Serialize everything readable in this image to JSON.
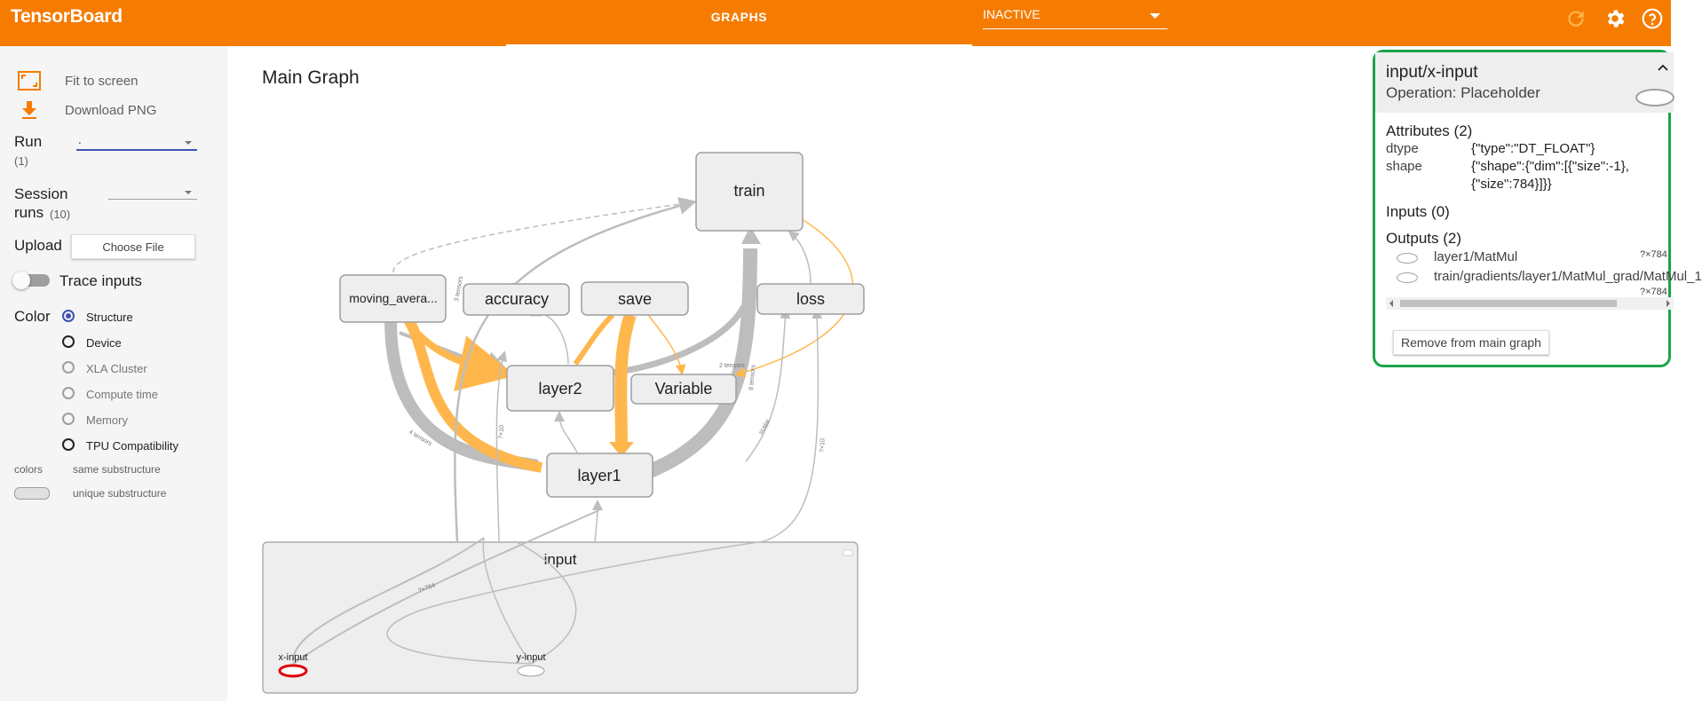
{
  "app": {
    "title": "TensorBoard"
  },
  "header": {
    "tab_label": "GRAPHS",
    "run_selector_value": "INACTIVE",
    "icons": [
      "refresh-icon",
      "gear-icon",
      "help-icon"
    ]
  },
  "sidebar": {
    "fit_to_screen": "Fit to screen",
    "download_png": "Download PNG",
    "run_label": "Run",
    "run_count": "(1)",
    "run_value": ".",
    "session_runs_label": "Session",
    "session_runs_label2": "runs",
    "session_runs_count": "(10)",
    "upload_label": "Upload",
    "choose_file": "Choose File",
    "trace_inputs": "Trace inputs",
    "color_label": "Color",
    "color_options": [
      {
        "label": "Structure",
        "selected": true
      },
      {
        "label": "Device",
        "selected": false
      },
      {
        "label": "XLA Cluster",
        "selected": false
      },
      {
        "label": "Compute time",
        "selected": false
      },
      {
        "label": "Memory",
        "selected": false
      },
      {
        "label": "TPU Compatibility",
        "selected": false
      }
    ],
    "legend_colors": "colors",
    "legend_same": "same substructure",
    "legend_unique": "unique substructure"
  },
  "graph": {
    "title": "Main Graph",
    "nodes": {
      "train": "train",
      "moving_average": "moving_avera...",
      "accuracy": "accuracy",
      "save": "save",
      "loss": "loss",
      "layer2": "layer2",
      "variable": "Variable",
      "layer1": "layer1",
      "input": "input",
      "x_input": "x-input",
      "y_input": "y-input"
    },
    "edge_labels": {
      "e1": "3 tensors",
      "e2": "8 tensors",
      "e3": "4 tensors",
      "e4": "2 tensors",
      "e5": "?×784",
      "e6": "?×10",
      "e7": "scalar",
      "e8": "?×10"
    }
  },
  "info_panel": {
    "title": "input/x-input",
    "operation": "Operation: Placeholder",
    "attributes_header": "Attributes (2)",
    "attributes": [
      {
        "key": "dtype",
        "value": "{\"type\":\"DT_FLOAT\"}"
      },
      {
        "key": "shape",
        "value": "{\"shape\":{\"dim\":[{\"size\":-1},",
        "value2": "{\"size\":784}]}}"
      }
    ],
    "inputs_header": "Inputs (0)",
    "outputs_header": "Outputs (2)",
    "outputs": [
      {
        "name": "layer1/MatMul",
        "shape": "?×784"
      },
      {
        "name": "train/gradients/layer1/MatMul_grad/MatMul_1",
        "shape": "?×784"
      }
    ],
    "remove_button": "Remove from main graph"
  },
  "colors": {
    "accent": "#f57c00",
    "highlight": "#1aa34a",
    "selected_node": "#e00000"
  }
}
